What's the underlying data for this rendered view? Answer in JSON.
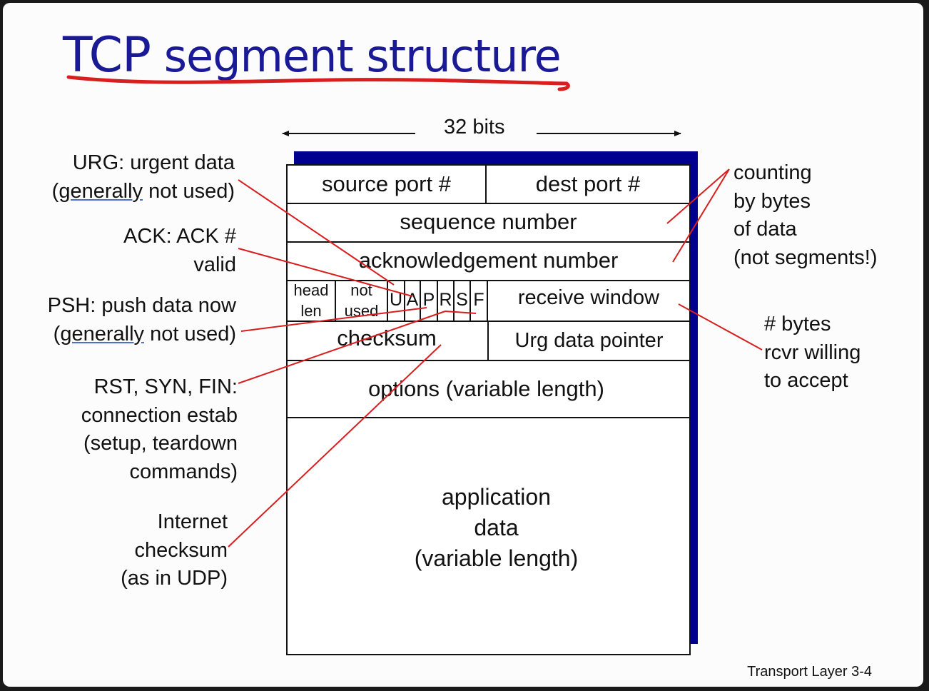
{
  "slide": {
    "title_part1": "TCP",
    "title_part2": " segment structure",
    "width_label": "32 bits",
    "footer": "Transport Layer  3-4",
    "colors": {
      "title": "#1a1a96",
      "accent_red": "#d81e1e",
      "shadow_blue": "#00008f"
    }
  },
  "header": {
    "source_port": "source port #",
    "dest_port": "dest port #",
    "sequence_number": "sequence number",
    "acknowledgement_number": "acknowledgement number",
    "head_len_1": "head",
    "head_len_2": "len",
    "not_used_1": "not",
    "not_used_2": "used",
    "flags": [
      "U",
      "A",
      "P",
      "R",
      "S",
      "F"
    ],
    "receive_window": "receive window",
    "checksum": "checksum",
    "urg_pointer": "Urg data pointer",
    "options": "options (variable length)",
    "app_data_1": "application",
    "app_data_2": "data",
    "app_data_3": "(variable length)"
  },
  "annotations": {
    "urg_1": "URG: urgent data",
    "urg_2a": "(",
    "urg_2b": "generally",
    "urg_2c": " not used)",
    "ack_1": "ACK: ACK #",
    "ack_2": "valid",
    "psh_1": "PSH: push data now",
    "psh_2a": "(",
    "psh_2b": "generally",
    "psh_2c": " not used)",
    "rst_1": "RST, SYN, FIN:",
    "rst_2": "connection estab",
    "rst_3": "(setup, teardown",
    "rst_4": "commands)",
    "cks_1": "Internet",
    "cks_2": "checksum",
    "cks_3": "(as in UDP)",
    "count_1": "counting",
    "count_2": "by bytes",
    "count_3": "of data",
    "count_4": "(not segments!)",
    "rcv_1": "# bytes",
    "rcv_2": "rcvr willing",
    "rcv_3": "to accept"
  }
}
